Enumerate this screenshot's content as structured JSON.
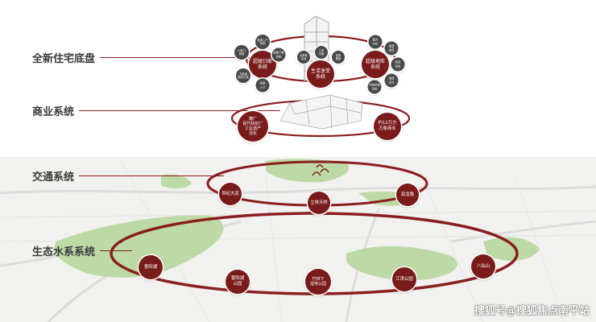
{
  "colors": {
    "accent": "#7a1b1b",
    "node_gray": "#4a4a4a",
    "ring": "#8a1e1e",
    "green": "#b9d7a4",
    "map_bg": "#f0f0ef"
  },
  "levels": [
    {
      "title": "全新住宅底盘"
    },
    {
      "title": "商业系统"
    },
    {
      "title": "交通系统"
    },
    {
      "title": "生态水系系统"
    }
  ],
  "residential": {
    "main_nodes": [
      "超级归家\n系统",
      "生活享受\n系统",
      "超级地库\n系统"
    ],
    "small_nodes_left": [
      "人脸门\n系统",
      "直梯入户\n系统",
      "智能门禁\n系统",
      "五星级\n酒店大堂",
      "精装\n入户"
    ],
    "small_nodes_mid": [
      "全龄段\n泳池",
      "儿童\n乐园",
      "健身\n跑道"
    ],
    "small_nodes_right": [
      "超大\n车位",
      "恒温\n地库",
      "新风\n系统",
      "地库\n采光",
      "中央空调\n系统"
    ]
  },
  "commercial": {
    "nodes": [
      "糖厂\n民竹纺织厂\n工业遗产\n活化",
      "约12万方\n万象商业"
    ]
  },
  "traffic": {
    "nodes": [
      "世纪大道",
      "立体天桥",
      "双龙路"
    ]
  },
  "ecology": {
    "nodes": [
      "香阳湖",
      "香阳湖\n公园",
      "竹林下\n湿地公园",
      "江滨公园",
      "八仙山"
    ]
  },
  "watermark": "搜狐号@搜狐焦点南平站"
}
